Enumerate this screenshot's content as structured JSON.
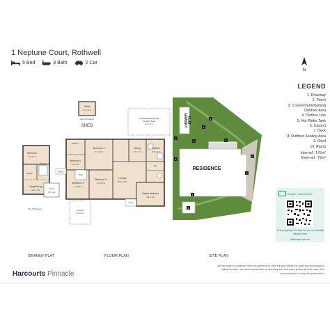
{
  "header": {
    "address": "1 Neptune Court, Rothwell",
    "beds": "5 Bed",
    "baths": "3 Bath",
    "cars": "2 Car"
  },
  "compass": {
    "label": "N"
  },
  "legend": {
    "title": "LEGEND",
    "items": [
      "1. Driveway",
      "2. Porch",
      "3. Covered Entertaining",
      "Outdoor Area",
      "4. Clothes Line",
      "5. Hot Water Tank",
      "6. Carport",
      "7. Deck",
      "8. Outdoor Seating Area",
      "9. Shed",
      "10. Ramp"
    ],
    "internal": "Internal : 176m²",
    "external": "External : 79m²"
  },
  "shed_plan": {
    "room": "Shed",
    "dims": "3.2 x 2.6",
    "note": "(Not In Position)",
    "title": "SHED"
  },
  "granny_flat": {
    "rooms": [
      {
        "name": "Bedroom",
        "dims": "3.6 x 3.3"
      },
      {
        "name": "Ensuite",
        "dims": ""
      },
      {
        "name": "Kitchen",
        "dims": ""
      },
      {
        "name": "Living/Dining",
        "dims": "3.6 x 4.4"
      },
      {
        "name": "Deck",
        "dims": "1.5 x 2.2"
      }
    ],
    "note": "(Not In Position)"
  },
  "floor_plan": {
    "covered_area": {
      "name": "Covered Entertaining",
      "line2": "Outdoor Area",
      "dims": "9.3 x 4.3"
    },
    "rooms": [
      {
        "name": "Bedroom 4",
        "dims": "3.0 x 3.0"
      },
      {
        "name": "Dining",
        "dims": "2.7 x 3.4"
      },
      {
        "name": "Kitchen",
        "dims": "3.0 x 3.4"
      },
      {
        "name": "Bedroom 5",
        "dims": "3.0 x 3.0"
      },
      {
        "name": "Bedroom 2",
        "dims": "3.0 x 3.5"
      },
      {
        "name": "Bedroom 3",
        "dims": "3.0 x 3.0"
      },
      {
        "name": "Lounge",
        "dims": "5.0 x 5.0"
      },
      {
        "name": "Master Bedroom",
        "dims": "4.0 x 4.0"
      },
      {
        "name": "Laundry",
        "dims": ""
      },
      {
        "name": "Bath",
        "dims": ""
      },
      {
        "name": "Ens",
        "dims": ""
      },
      {
        "name": "Porch",
        "dims": ""
      }
    ],
    "carport": {
      "name": "Carport",
      "dims": "6.0 x 5.0"
    },
    "ramp": "Ramp"
  },
  "site_plan": {
    "residence": "RESIDENCE",
    "granny_flat_line1": "GRANNY",
    "granny_flat_line2": "FLAT",
    "markers": [
      "1",
      "2",
      "3",
      "4",
      "5",
      "6",
      "7",
      "8",
      "9",
      "10"
    ]
  },
  "plan_labels": {
    "granny_flat": "GRANNY FLAT",
    "floor_plan": "FLOOR PLAN",
    "site_plan": "SITE PLAN"
  },
  "virtual_tour": {
    "brand": "hinges | virtual tours",
    "caption": "This property is ready for you to virtually inspect now",
    "url": "littlehinges.com.au"
  },
  "disclaimer": "All information contained herein is gathered by Little Hinges. Whilst the scanning technology is highly accurate, we cannot guarantee its accuracy and interested parties should make their own enquiries to verify this information.",
  "brand": {
    "name1": "Harcourts",
    "name2": "Pinnacle"
  },
  "colors": {
    "accent": "#2a8b7a",
    "grass": "#5f8b3c",
    "plan_fill": "#efe1ce",
    "brand": "#1e2a4a"
  }
}
